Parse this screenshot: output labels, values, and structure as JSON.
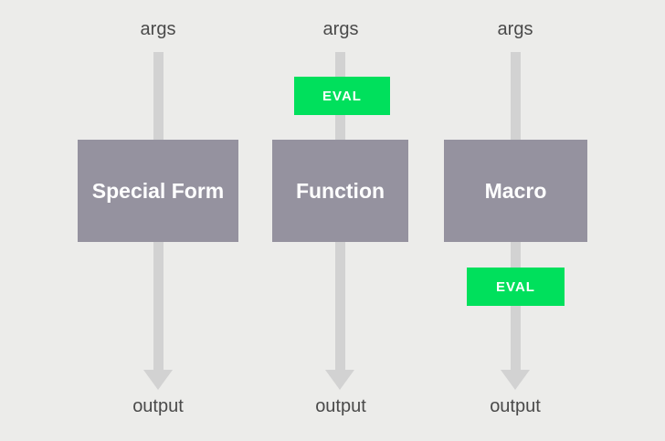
{
  "colors": {
    "background": "#ECECEA",
    "box": "#95929F",
    "eval": "#00E05C",
    "arrow": "#D2D2D2",
    "label_text": "#4A4A4A",
    "box_text": "#FFFFFF"
  },
  "diagram": {
    "type": "flow-comparison",
    "columns": [
      {
        "title": "Special Form",
        "input_label": "args",
        "output_label": "output",
        "eval_badge": null
      },
      {
        "title": "Function",
        "input_label": "args",
        "output_label": "output",
        "eval_badge": {
          "label": "EVAL",
          "position": "before-box"
        }
      },
      {
        "title": "Macro",
        "input_label": "args",
        "output_label": "output",
        "eval_badge": {
          "label": "EVAL",
          "position": "after-box"
        }
      }
    ]
  }
}
